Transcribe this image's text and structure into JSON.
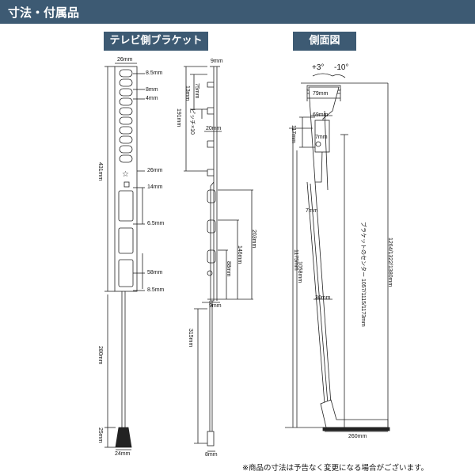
{
  "header": {
    "title": "寸法・付属品"
  },
  "tabs": {
    "left": "テレビ側ブラケット",
    "right": "側面図"
  },
  "left_bracket": {
    "width_top": "26mm",
    "height_total": "431mm",
    "pole_length": "280mm",
    "base_height": "25mm",
    "base_width": "24mm",
    "hole_spacing": "8.5mm",
    "slot_width": "8mm",
    "slot_height": "4mm",
    "mid_label": "26mm",
    "small_gap": "14mm",
    "lower_gap": "6.5mm",
    "bottom_gap": "58mm",
    "bottom_margin": "8.5mm"
  },
  "mid_bracket": {
    "top_width": "9mm",
    "dim_75": "75mm",
    "pitch": "13mm",
    "pitch_count": "ピッチ×10",
    "dim_191": "191mm",
    "dim_20": "20mm",
    "dim_203": "203mm",
    "dim_146": "146mm",
    "dim_88": "88mm",
    "bottom_width": "9mm",
    "dim_315": "315mm",
    "tip": "8mm"
  },
  "side_view": {
    "angle_up": "+3°",
    "angle_down": "-10°",
    "width_79": "79mm",
    "width_69": "69mm",
    "gap_7": "7mm",
    "dim_117": "117mm",
    "dim_7b": "7mm",
    "dim_1175": "1175mm",
    "dim_1058": "1058mm",
    "center_label": "ブラケットのセンター 1057/1115/1173mm",
    "total_label": "1264/1322/1380mm",
    "dim_30": "30mm",
    "base_260": "260mm"
  },
  "footnote": "※商品の寸法は予告なく変更になる場合がございます。"
}
